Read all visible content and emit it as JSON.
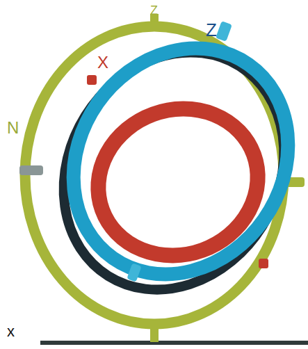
{
  "diagram": {
    "labels": [
      "Z",
      "Z",
      "X",
      "N",
      "x"
    ]
  }
}
